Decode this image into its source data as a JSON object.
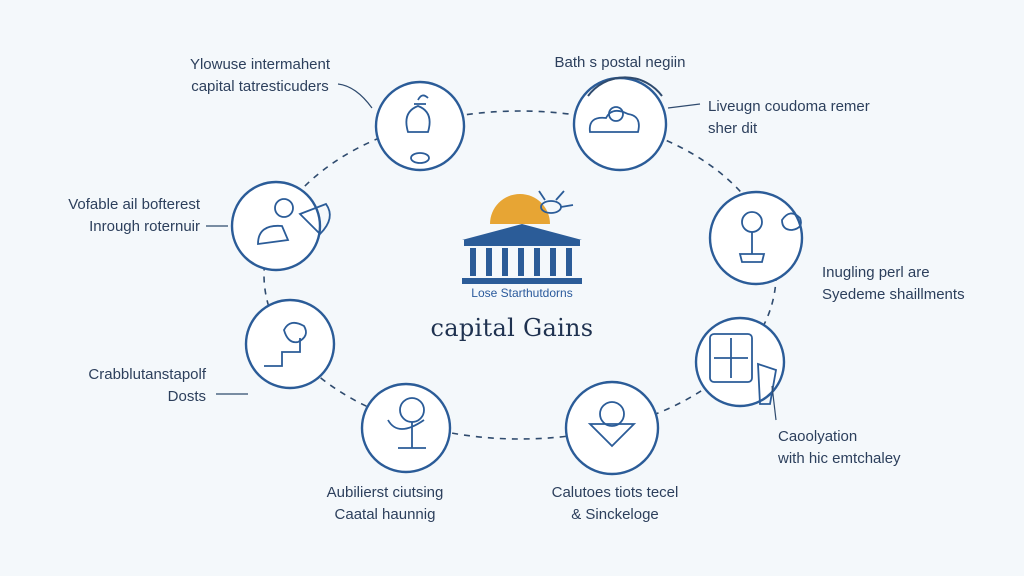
{
  "diagram": {
    "title": "capital Gains",
    "center_label": "Lose Starthutdorns",
    "accent_color": "#2b5c98",
    "sun_color": "#e7a534",
    "ring_color": "#2f4b6e",
    "nodes": [
      {
        "icon": "person-with-bag-icon",
        "lines": [
          "Ylowuse intermahent",
          "capital tatresticuders"
        ]
      },
      {
        "icon": "cloud-gear-icon",
        "lines": [
          "Bath s postal negiin"
        ]
      },
      {
        "icon": "",
        "lines": [
          "Liveugn coudoma remer",
          "sher dit"
        ]
      },
      {
        "icon": "plant-pot-icon",
        "lines": [
          "Inugling perl are",
          "Syedeme shaillments"
        ]
      },
      {
        "icon": "calculator-icon",
        "lines": [
          "Caoolyation",
          "with hic emtchaley"
        ]
      },
      {
        "icon": "down-arrow-coin-icon",
        "lines": [
          "Calutoes tiots tecel",
          "& Sinckeloge"
        ]
      },
      {
        "icon": "trophy-stand-icon",
        "lines": [
          "Aubilierst ciutsing",
          "Caatal haunnig"
        ]
      },
      {
        "icon": "stairs-chart-icon",
        "lines": [
          "Crabblutanstapolf",
          "Dosts"
        ]
      },
      {
        "icon": "person-chart-icon",
        "lines": [
          "Vofable ail bofterest",
          "Inrough roternuir"
        ]
      }
    ]
  }
}
